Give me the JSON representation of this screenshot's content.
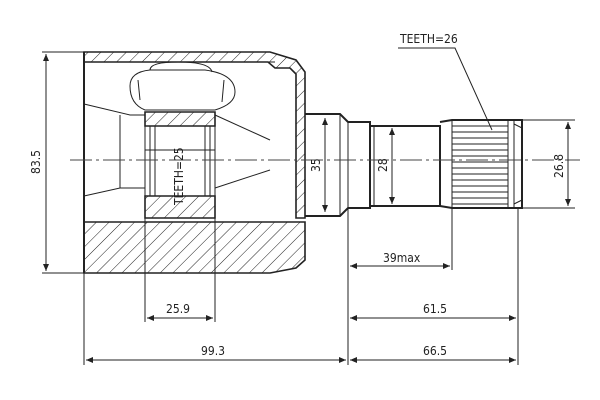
{
  "labels": {
    "teeth_outer": "TEETH=26",
    "teeth_inner": "TEETH=25",
    "dim_height": "83.5",
    "dim_35": "35",
    "dim_28": "28",
    "dim_26_8": "26.8",
    "dim_39max": "39max",
    "dim_25_9": "25.9",
    "dim_61_5": "61.5",
    "dim_99_3": "99.3",
    "dim_66_5": "66.5"
  }
}
